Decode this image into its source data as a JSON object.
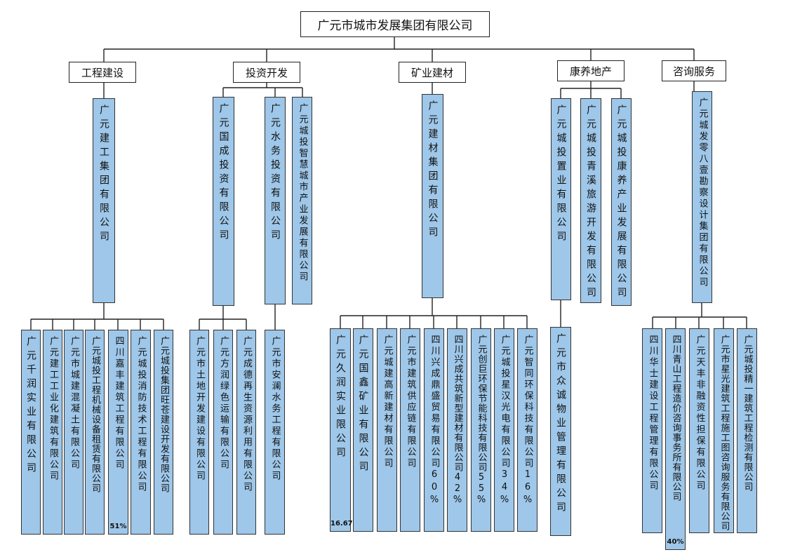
{
  "title": "广元市城市发展集团有限公司",
  "segments": [
    {
      "label": "工程建设"
    },
    {
      "label": "投资开发"
    },
    {
      "label": "矿业建材"
    },
    {
      "label": "康养地产"
    },
    {
      "label": "咨询服务"
    }
  ],
  "mid": [
    {
      "label": "广元建工集团有限公司"
    },
    {
      "label": "广元国成投资有限公司"
    },
    {
      "label": "广元水务投资有限公司"
    },
    {
      "label": "广元城投智慧城市产业发展有限公司"
    },
    {
      "label": "广元建材集团有限公司"
    },
    {
      "label": "广元城投置业有限公司"
    },
    {
      "label": "广元城投青溪旅游开发有限公司"
    },
    {
      "label": "广元城投康养产业发展有限公司"
    },
    {
      "label": "广元城发零八壹勘察设计集团有限公司"
    },
    {
      "label": "广元市众诚物业管理有限公司"
    }
  ],
  "leaves": [
    {
      "label": "广元千润实业有限公司",
      "pct": ""
    },
    {
      "label": "广元建工工业化建筑有限公司",
      "pct": ""
    },
    {
      "label": "广元市城建混凝土有限公司",
      "pct": ""
    },
    {
      "label": "广元城投工程机械设备租赁有限公司",
      "pct": ""
    },
    {
      "label": "四川嘉丰建筑工程有限公司",
      "pct": "51%"
    },
    {
      "label": "广元城投消防技术工程有限公司",
      "pct": ""
    },
    {
      "label": "广元城投集团旺苍建设开发有限公司",
      "pct": ""
    },
    {
      "label": "广元市土地开发建设有限公司",
      "pct": ""
    },
    {
      "label": "广元方润绿色运输有限公司",
      "pct": ""
    },
    {
      "label": "广元成德再生资源利用有限公司",
      "pct": ""
    },
    {
      "label": "广元市安澜水务工程有限公司",
      "pct": ""
    },
    {
      "label": "广元久润实业限公司",
      "pct": "16.67%"
    },
    {
      "label": "广元国鑫矿业有限公司",
      "pct": ""
    },
    {
      "label": "广元城建高新建材有限公司",
      "pct": ""
    },
    {
      "label": "广元市建筑供应链有限公司",
      "pct": ""
    },
    {
      "label": "四川兴成鼎盛贸易有限公司60%",
      "pct": ""
    },
    {
      "label": "四川兴成共筑新型建材有限公司42%",
      "pct": ""
    },
    {
      "label": "广元创巨环保节能科技有限公司55%",
      "pct": ""
    },
    {
      "label": "广元城投星汉光电有限公司34%",
      "pct": ""
    },
    {
      "label": "广元智同环保科技有限公司16%",
      "pct": ""
    },
    {
      "label": "四川华士建设工程管理有限公司",
      "pct": ""
    },
    {
      "label": "四川青山工程造价咨询事务所有限公司",
      "pct": "40%"
    },
    {
      "label": "广元天丰非融资性担保有限公司",
      "pct": ""
    },
    {
      "label": "广元市星光建筑工程施工图咨询服务有限公司",
      "pct": ""
    },
    {
      "label": "广元城投精一建筑工程检测有限公司",
      "pct": ""
    }
  ]
}
